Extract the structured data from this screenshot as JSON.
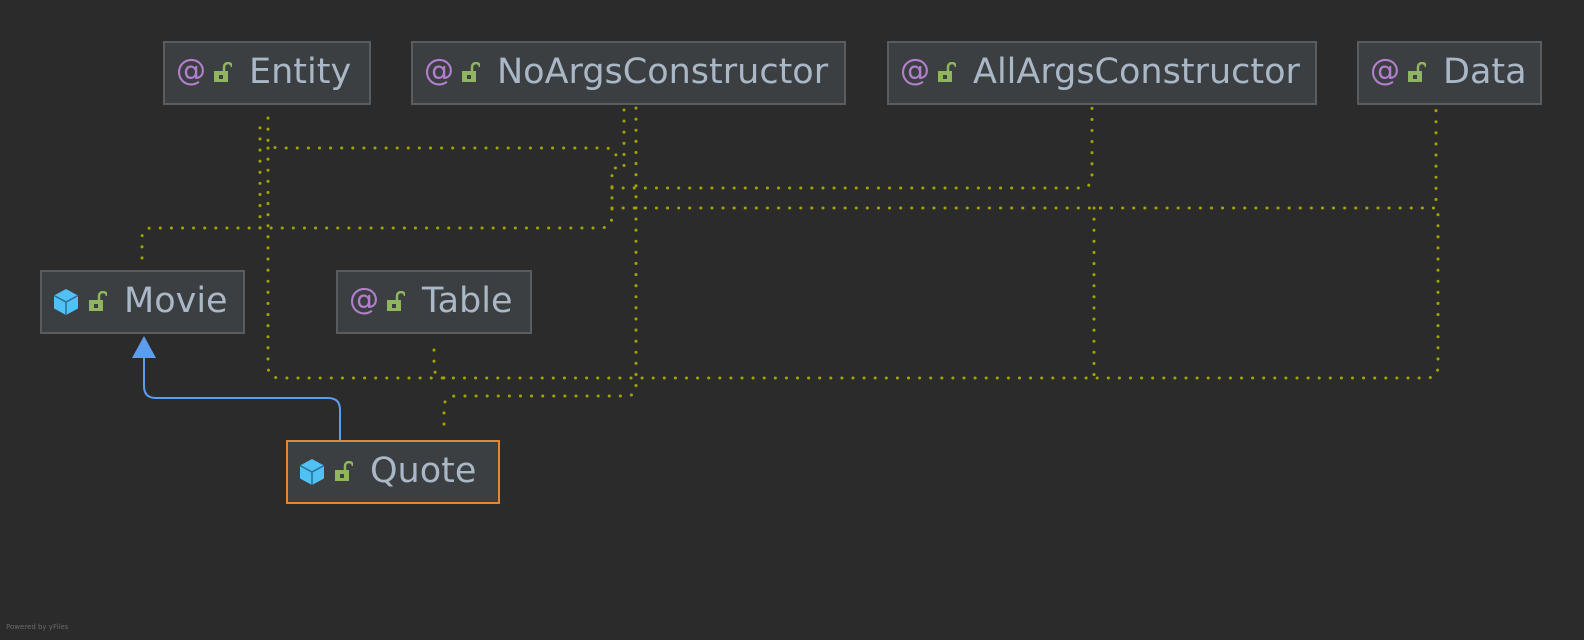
{
  "diagram": {
    "colors": {
      "background": "#2b2b2b",
      "node_fill": "#3c3f41",
      "node_border": "#5a5d5f",
      "selected_border": "#e0883a",
      "label": "#a9b7c6",
      "annotation_icon": "#b27fce",
      "class_icon": "#4fc1f5",
      "lock_icon": "#8fb55e",
      "annotation_edge": "#a3a300",
      "inheritance_edge": "#5c9ded"
    },
    "nodes": [
      {
        "id": "entity",
        "label": "Entity",
        "kind": "annotation",
        "icon": "at-icon"
      },
      {
        "id": "noargs",
        "label": "NoArgsConstructor",
        "kind": "annotation",
        "icon": "at-icon"
      },
      {
        "id": "allargs",
        "label": "AllArgsConstructor",
        "kind": "annotation",
        "icon": "at-icon"
      },
      {
        "id": "data",
        "label": "Data",
        "kind": "annotation",
        "icon": "at-icon"
      },
      {
        "id": "movie",
        "label": "Movie",
        "kind": "class",
        "icon": "class-icon"
      },
      {
        "id": "table",
        "label": "Table",
        "kind": "annotation",
        "icon": "at-icon"
      },
      {
        "id": "quote",
        "label": "Quote",
        "kind": "class",
        "icon": "class-icon",
        "selected": true
      }
    ],
    "edges": [
      {
        "from": "movie",
        "to": "entity",
        "type": "annotated-by"
      },
      {
        "from": "movie",
        "to": "noargs",
        "type": "annotated-by"
      },
      {
        "from": "movie",
        "to": "allargs",
        "type": "annotated-by"
      },
      {
        "from": "movie",
        "to": "data",
        "type": "annotated-by"
      },
      {
        "from": "quote",
        "to": "entity",
        "type": "annotated-by"
      },
      {
        "from": "quote",
        "to": "noargs",
        "type": "annotated-by"
      },
      {
        "from": "quote",
        "to": "allargs",
        "type": "annotated-by"
      },
      {
        "from": "quote",
        "to": "data",
        "type": "annotated-by"
      },
      {
        "from": "quote",
        "to": "table",
        "type": "annotated-by"
      },
      {
        "from": "quote",
        "to": "movie",
        "type": "extends"
      }
    ],
    "annotation_glyph": "@",
    "footer": "Powered by yFiles"
  }
}
